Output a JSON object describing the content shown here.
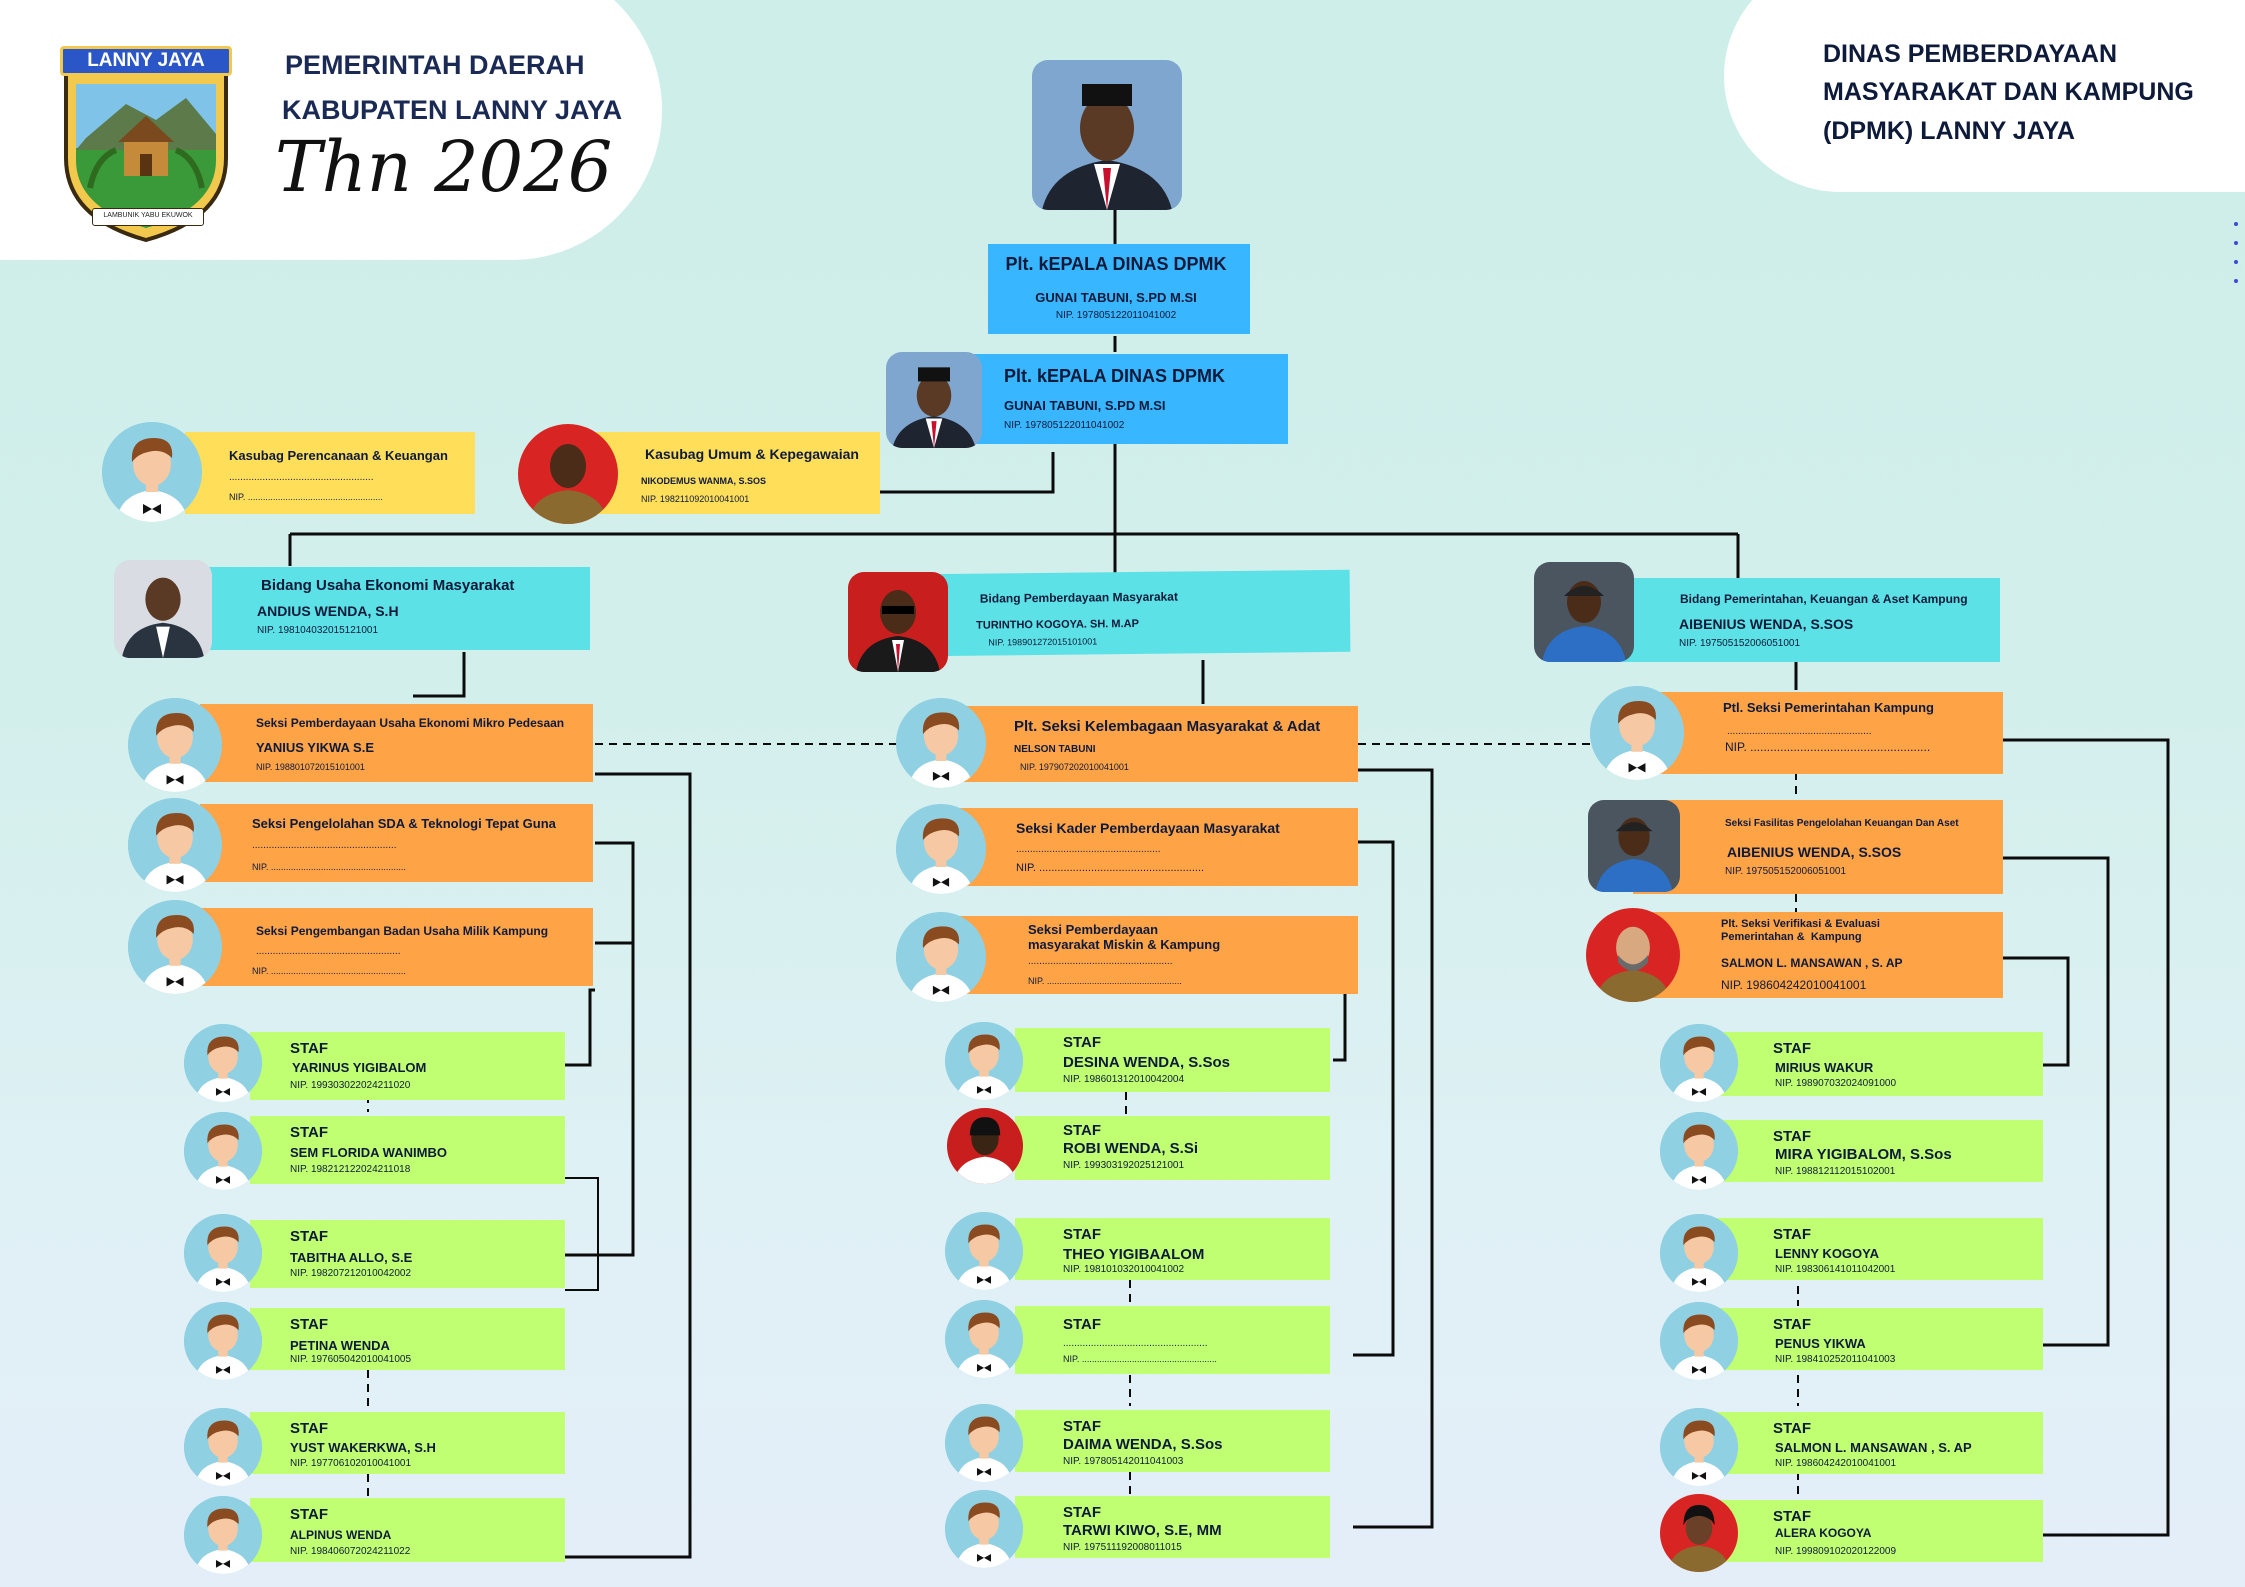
{
  "header": {
    "left_line1": "PEMERINTAH DAERAH",
    "left_line2": "KABUPATEN LANNY JAYA",
    "year": "Thn 2026",
    "right_line1": "DINAS PEMBERDAYAAN",
    "right_line2": "MASYARAKAT DAN KAMPUNG",
    "right_line3": "(DPMK) LANNY JAYA",
    "logo_banner": "LANNY JAYA",
    "logo_motto": "LAMBUNIK YABU EKUWOK"
  },
  "colors": {
    "head": "#38b6ff",
    "bidang": "#5ce1e6",
    "kasubag": "#ffde59",
    "seksi": "#ffa347",
    "staf": "#c1ff72",
    "lines": "#0b0b0b"
  },
  "icons": [
    "shield-emblem-icon",
    "avatar-placeholder-icon",
    "person-photo-icon"
  ],
  "head_top": {
    "title": "Plt. kEPALA DINAS DPMK",
    "name": "GUNAI TABUNI, S.PD M.SI",
    "nip": "NIP. 197805122011041002"
  },
  "head_second": {
    "title": "Plt. kEPALA DINAS DPMK",
    "name": "GUNAI TABUNI, S.PD M.SI",
    "nip": "NIP. 197805122011041002"
  },
  "kasubag": [
    {
      "title": "Kasubag Perencanaan & Keuangan",
      "name": "....................................................",
      "nip": "NIP. ......................................................"
    },
    {
      "title": "Kasubag Umum & Kepegawaian",
      "name": "NIKODEMUS WANMA, S.SOS",
      "nip": "NIP. 198211092010041001"
    }
  ],
  "bidang": [
    {
      "title": "Bidang Usaha Ekonomi Masyarakat",
      "name": "ANDIUS WENDA, S.H",
      "nip": "NIP. 198104032015121001"
    },
    {
      "title": "Bidang Pemberdayaan Masyarakat",
      "name": "TURINTHO KOGOYA. SH. M.AP",
      "nip": "NIP. 198901272015101001"
    },
    {
      "title": "Bidang Pemerintahan, Keuangan & Aset  Kampung",
      "name": "AIBENIUS WENDA, S.SOS",
      "nip": "NIP. 197505152006051001"
    }
  ],
  "seksi_left": [
    {
      "title": "Seksi Pemberdayaan Usaha Ekonomi Mikro Pedesaan",
      "name": "YANIUS YIKWA S.E",
      "nip": "NIP. 198801072015101001"
    },
    {
      "title": "Seksi Pengelolahan SDA & Teknologi Tepat Guna",
      "name": "....................................................",
      "nip": "NIP. ......................................................"
    },
    {
      "title": "Seksi Pengembangan Badan Usaha Milik Kampung",
      "name": "....................................................",
      "nip": "NIP. ......................................................"
    }
  ],
  "seksi_mid": [
    {
      "title": "Plt. Seksi Kelembagaan Masyarakat & Adat",
      "name": "NELSON TABUNI",
      "nip": "NIP. 197907202010041001"
    },
    {
      "title": "Seksi Kader Pemberdayaan Masyarakat",
      "name": "....................................................",
      "nip": "NIP. ......................................................"
    },
    {
      "title": "Seksi Pemberdayaan\nmasyarakat Miskin & Kampung",
      "name": "....................................................",
      "nip": "NIP. ......................................................"
    }
  ],
  "seksi_right": [
    {
      "title": "Ptl. Seksi Pemerintahan Kampung",
      "name": "....................................................",
      "nip": "NIP. ......................................................"
    },
    {
      "title": "Seksi Fasilitas Pengelolahan Keuangan Dan Aset",
      "name": "AIBENIUS WENDA, S.SOS",
      "nip": "NIP. 197505152006051001"
    },
    {
      "title": "Plt. Seksi Verifikasi & Evaluasi\nPemerintahan &  Kampung",
      "name": "SALMON L. MANSAWAN , S. AP",
      "nip": "NIP.  198604242010041001"
    }
  ],
  "staf_left": [
    {
      "title": "STAF",
      "name": "YARINUS YIGIBALOM",
      "nip": "NIP. 199303022024211020"
    },
    {
      "title": "STAF",
      "name": "SEM FLORIDA WANIMBO",
      "nip": "NIP. 198212122024211018"
    },
    {
      "title": "STAF",
      "name": "TABITHA ALLO, S.E",
      "nip": "NIP. 198207212010042002"
    },
    {
      "title": "STAF",
      "name": "PETINA WENDA",
      "nip": "NIP. 197605042010041005"
    },
    {
      "title": "STAF",
      "name": "YUST WAKERKWA, S.H",
      "nip": "NIP. 197706102010041001"
    },
    {
      "title": "STAF",
      "name": "ALPINUS WENDA",
      "nip": "NIP. 198406072024211022"
    }
  ],
  "staf_mid": [
    {
      "title": "STAF",
      "name": "DESINA WENDA, S.Sos",
      "nip": "NIP. 198601312010042004"
    },
    {
      "title": "STAF",
      "name": "ROBI WENDA, S.Si",
      "nip": "NIP. 199303192025121001"
    },
    {
      "title": "STAF",
      "name": "THEO YIGIBAALOM",
      "nip": "NIP. 198101032010041002"
    },
    {
      "title": "STAF",
      "name": "....................................................",
      "nip": "NIP. ......................................................"
    },
    {
      "title": "STAF",
      "name": "DAIMA WENDA, S.Sos",
      "nip": "NIP. 197805142011041003"
    },
    {
      "title": "STAF",
      "name": "TARWI KIWO, S.E, MM",
      "nip": "NIP. 197511192008011015"
    }
  ],
  "staf_right": [
    {
      "title": "STAF",
      "name": "MIRIUS WAKUR",
      "nip": "NIP. 198907032024091000"
    },
    {
      "title": "STAF",
      "name": "MIRA YIGIBALOM, S.Sos",
      "nip": "NIP. 198812112015102001"
    },
    {
      "title": "STAF",
      "name": "LENNY KOGOYA",
      "nip": "NIP. 198306141011042001"
    },
    {
      "title": "STAF",
      "name": "PENUS YIKWA",
      "nip": "NIP. 198410252011041003"
    },
    {
      "title": "STAF",
      "name": "SALMON L. MANSAWAN , S. AP",
      "nip": "NIP. 198604242010041001"
    },
    {
      "title": "STAF",
      "name": "ALERA KOGOYA",
      "nip": "NIP. 199809102020122009"
    }
  ]
}
